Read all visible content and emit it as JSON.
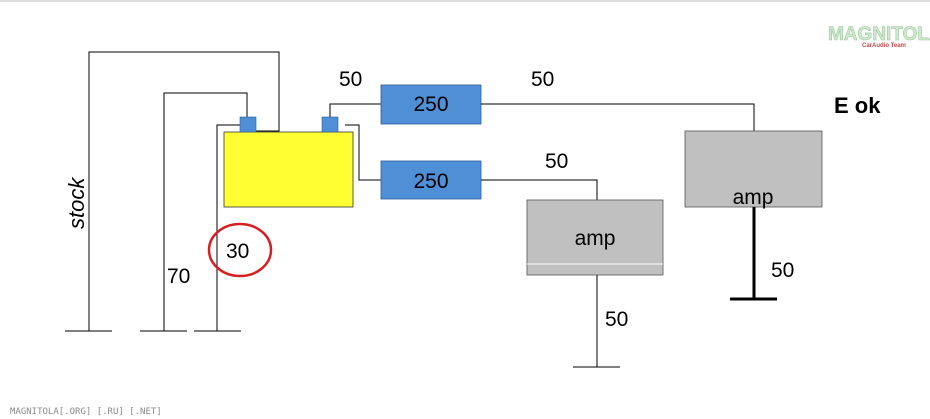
{
  "logo": {
    "text": "MAGNITOLA",
    "tagline": "CarAudio Team"
  },
  "labels": {
    "stock": "stock",
    "gauge_70": "70",
    "gauge_30": "30",
    "gauge_50_top_left": "50",
    "gauge_50_top_right": "50",
    "gauge_50_mid": "50",
    "gauge_50_amp1_ground": "50",
    "gauge_50_amp2_ground": "50",
    "e_ok": "E ok"
  },
  "fuses": {
    "fuse_top": "250",
    "fuse_bottom": "250"
  },
  "amps": {
    "amp_left": "amp",
    "amp_right": "amp"
  },
  "colors": {
    "battery": "#ffff33",
    "terminal": "#4f8fd6",
    "fuse": "#4f8fd6",
    "amp": "#c0c0c0",
    "highlight_circle": "#d42020",
    "wire": "#000000"
  },
  "footer": {
    "text": "MAGNITOLA[.ORG] [.RU] [.NET]"
  }
}
